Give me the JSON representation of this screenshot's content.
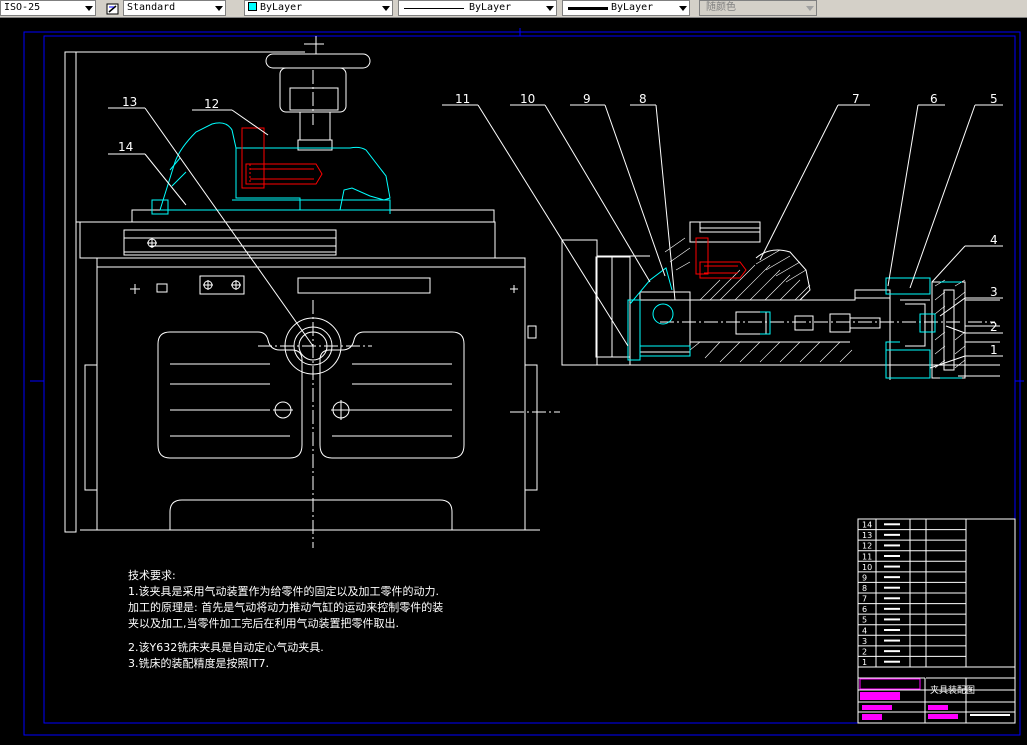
{
  "toolbar": {
    "dim_style": "ISO-25",
    "text_style": "Standard",
    "layer_color": "ByLayer",
    "linetype": "ByLayer",
    "lineweight": "ByLayer",
    "plot_style": "随颜色"
  },
  "colors": {
    "background": "#000000",
    "line": "#ffffff",
    "frame": "#0000ff",
    "cyan": "#00ffff",
    "red": "#ff0000",
    "magenta": "#ff00ff",
    "swatch": "#00ffff"
  },
  "drawing": {
    "balloons": {
      "n1": "1",
      "n2": "2",
      "n3": "3",
      "n4": "4",
      "n5": "5",
      "n6": "6",
      "n7": "7",
      "n8": "8",
      "n9": "9",
      "n10": "10",
      "n11": "11",
      "n12": "12",
      "n13": "13",
      "n14": "14"
    },
    "tech_requirements": {
      "heading": "技术要求:",
      "line1": "1.该夹具是采用气动装置作为给零件的固定以及加工零件的动力.",
      "line2": "加工的原理是: 首先是气动将动力推动气缸的运动来控制零件的装",
      "line3": "夹以及加工,当零件加工完后在利用气动装置把零件取出.",
      "line4": "2.该Y632铣床夹具是自动定心气动夹具.",
      "line5": "3.铣床的装配精度是按照IT7."
    },
    "title_block": {
      "row_numbers": [
        "14",
        "13",
        "12",
        "11",
        "10",
        "9",
        "8",
        "7",
        "6",
        "5",
        "4",
        "3",
        "2",
        "1"
      ],
      "title": "夹具装配图"
    }
  }
}
